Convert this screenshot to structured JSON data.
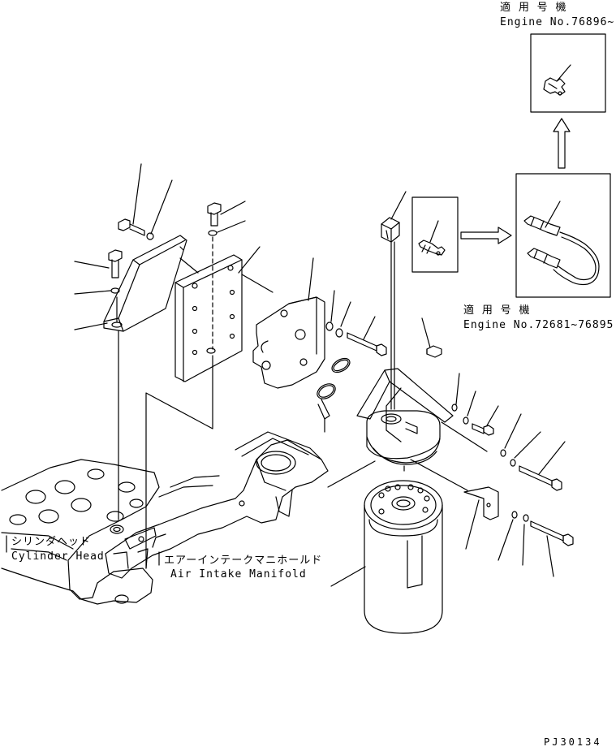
{
  "labels": {
    "applicable_top_jp": "適 用 号 機",
    "applicable_top_en": "Engine No.76896~",
    "applicable_mid_jp": "適 用 号 機",
    "applicable_mid_en": "Engine No.72681~76895",
    "cylinder_head_jp": "シリンダヘッド",
    "cylinder_head_en": "Cylinder Head",
    "air_intake_jp": "エアーインテークマニホールド",
    "air_intake_en": "Air Intake Manifold",
    "drawing_number": "PJ30134"
  }
}
